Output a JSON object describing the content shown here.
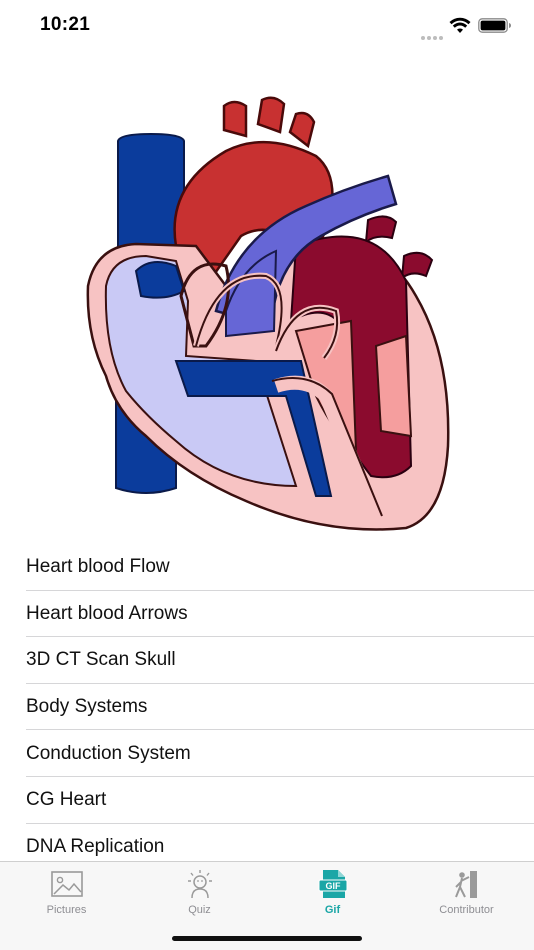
{
  "status": {
    "time": "10:21"
  },
  "hero": {
    "icon": "heart-diagram-illustration"
  },
  "list": {
    "items": [
      {
        "label": "Heart blood Flow"
      },
      {
        "label": "Heart blood Arrows"
      },
      {
        "label": "3D CT Scan Skull"
      },
      {
        "label": "Body Systems"
      },
      {
        "label": "Conduction System"
      },
      {
        "label": "CG Heart"
      },
      {
        "label": "DNA Replication"
      }
    ]
  },
  "tabbar": {
    "active_color": "#1aa6a6",
    "tabs": [
      {
        "label": "Pictures",
        "icon": "picture-icon"
      },
      {
        "label": "Quiz",
        "icon": "quiz-icon"
      },
      {
        "label": "Gif",
        "icon": "gif-icon",
        "active": true
      },
      {
        "label": "Contributor",
        "icon": "contributor-icon"
      }
    ]
  }
}
